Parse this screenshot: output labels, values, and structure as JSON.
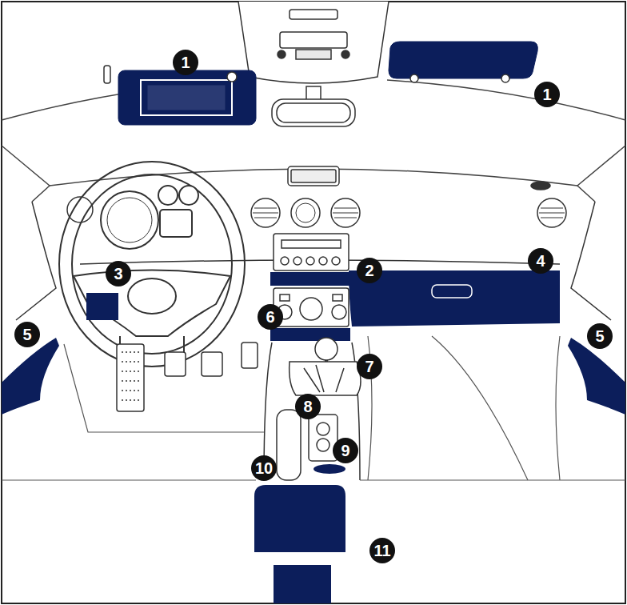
{
  "diagram": {
    "labels": [
      "1",
      "1",
      "4",
      "2",
      "3",
      "6",
      "5",
      "5",
      "7",
      "8",
      "9",
      "10",
      "11"
    ]
  }
}
